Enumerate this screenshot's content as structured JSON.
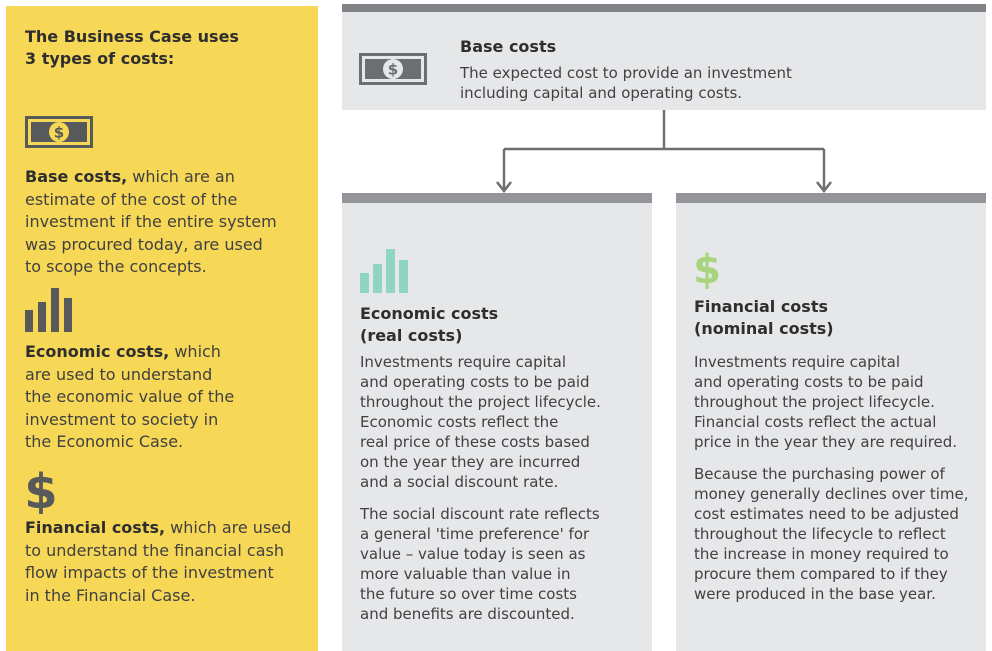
{
  "sidebar": {
    "title_line1": "The Business Case uses",
    "title_line2": "3 types of costs:",
    "items": [
      {
        "icon": "dollar-bill-icon",
        "lead": "Base costs,",
        "lines": [
          " which are an",
          "estimate of the cost of the",
          "investment if the entire system",
          "was procured today, are used",
          "to scope the concepts."
        ]
      },
      {
        "icon": "bar-chart-icon",
        "lead": "Economic costs,",
        "lines": [
          " which",
          "are used to understand",
          "the economic value of the",
          "investment to society in",
          "the Economic Case."
        ]
      },
      {
        "icon": "dollar-sign-icon",
        "lead": "Financial costs,",
        "lines": [
          " which are used",
          "to understand the financial cash",
          "flow impacts of the investment",
          "in the Financial Case."
        ]
      }
    ]
  },
  "base": {
    "title": "Base costs",
    "desc_line1": "The expected cost to provide an investment",
    "desc_line2": "including capital and operating costs."
  },
  "economic": {
    "title_line1": "Economic costs",
    "title_line2": "(real costs)",
    "para1": [
      "Investments require capital",
      "and operating costs to be paid",
      "throughout the project lifecycle.",
      "Economic costs reflect the",
      "real price of these costs based",
      "on the year they are incurred",
      "and a social discount rate."
    ],
    "para2": [
      "The social discount rate reflects",
      "a general 'time preference' for",
      "value – value today is seen as",
      "more valuable than value in",
      "the future so over time costs",
      "and benefits are discounted."
    ]
  },
  "financial": {
    "title_line1": "Financial costs",
    "title_line2": "(nominal costs)",
    "para1": [
      "Investments require capital",
      "and operating costs to be paid",
      "throughout the project lifecycle.",
      "Financial costs reflect the actual",
      "price in the year they are required."
    ],
    "para2": [
      "Because the purchasing power of",
      "money generally declines over time,",
      "cost estimates need to be adjusted",
      "throughout the lifecycle to reflect",
      "the increase in money required to",
      "procure them compared to if they",
      "were produced in the base year."
    ]
  },
  "colors": {
    "sidebar_bg": "#f6d756",
    "box_bg": "#e6e7e8",
    "box_border": "#939598",
    "icon_dark": "#58595b",
    "economic_accent": "#8fd6c0",
    "financial_accent": "#a8d37f"
  }
}
